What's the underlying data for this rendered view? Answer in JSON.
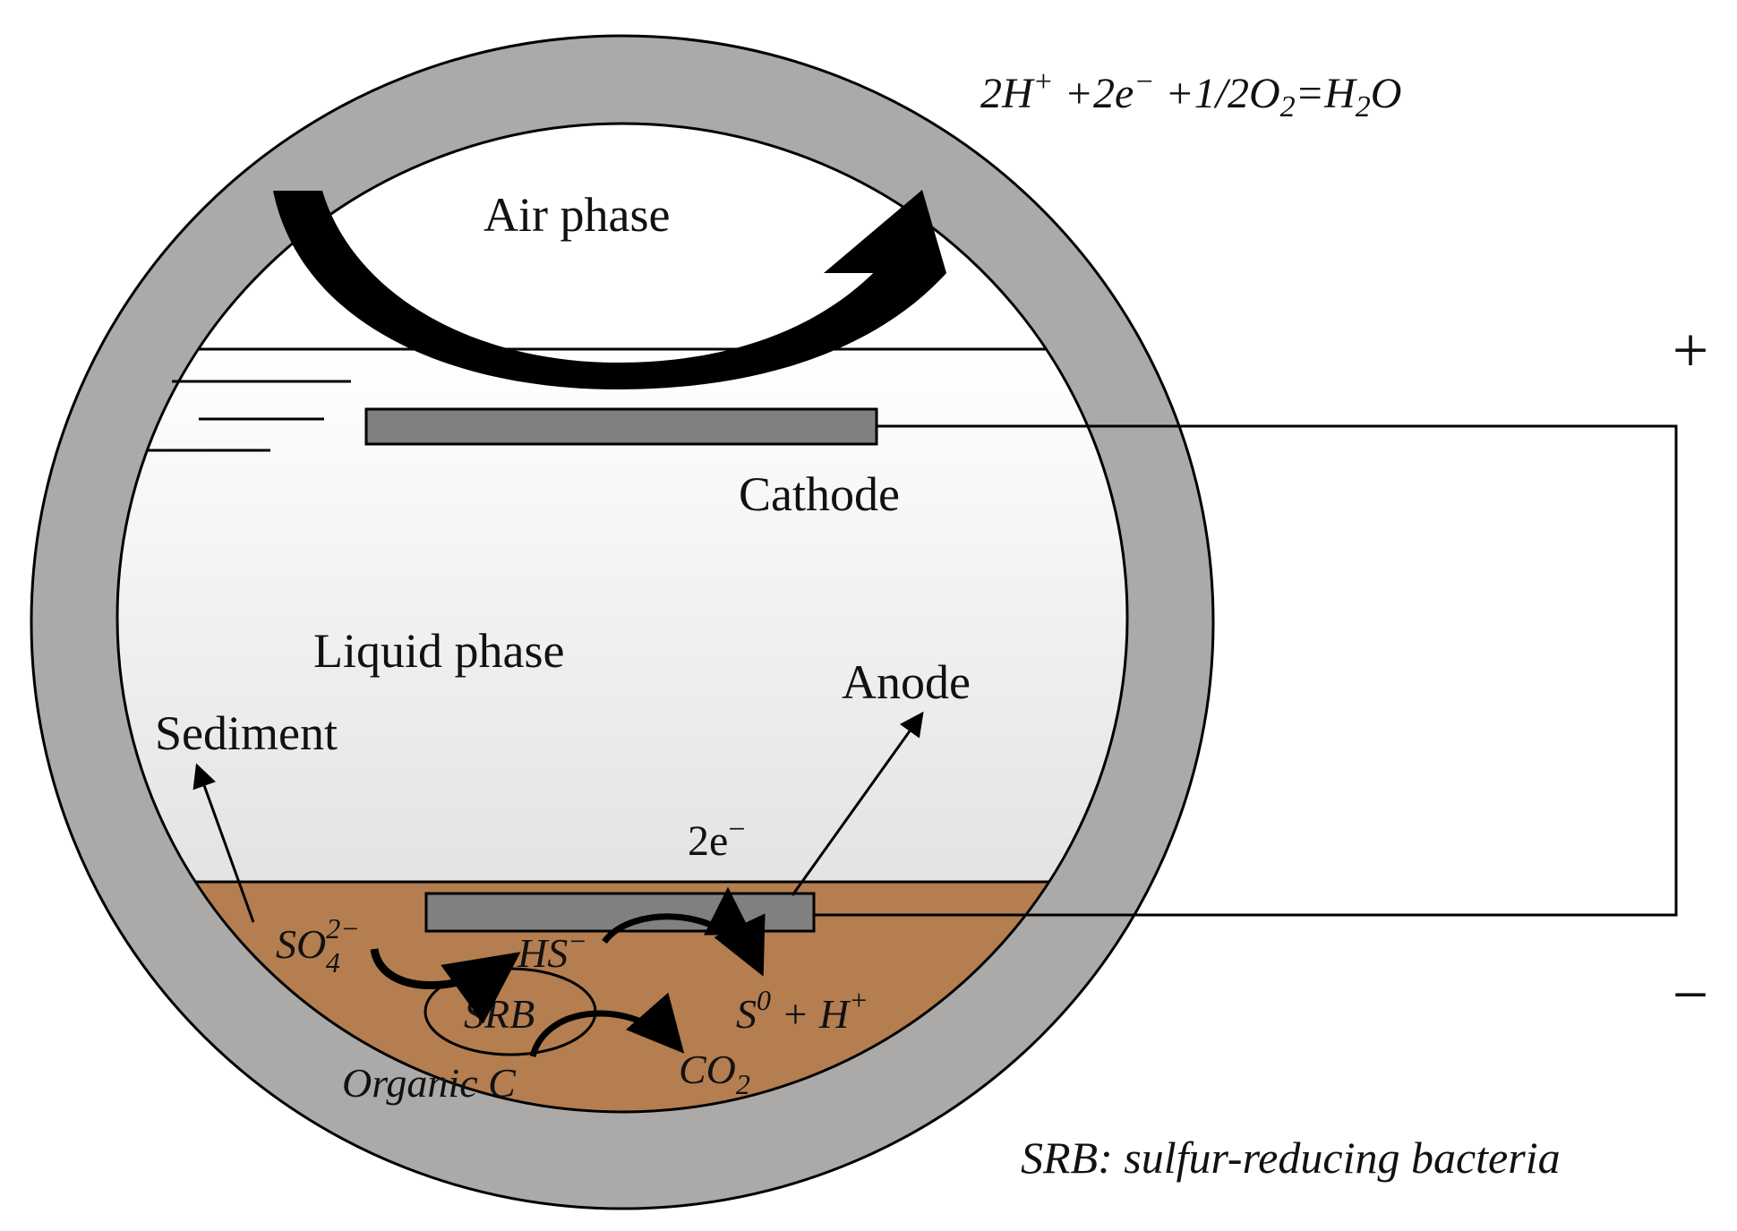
{
  "labels": {
    "air_phase": "Air phase",
    "liquid_phase": "Liquid phase",
    "cathode": "Cathode",
    "anode": "Anode",
    "sediment": "Sediment",
    "two_e": "2e",
    "two_e_sup": "−",
    "so4": "SO",
    "so4_sub": "4",
    "so4_sup": "2−",
    "hs": "HS",
    "hs_sup": "−",
    "srb": "SRB",
    "s0": "S",
    "s0_sup": "0",
    "plus_h": " + H",
    "plus_h_sup": "+",
    "organic_c": "Organic C",
    "co2": "CO",
    "co2_sub": "2",
    "plus_terminal": "+",
    "minus_terminal": "−",
    "footnote": "SRB: sulfur-reducing bacteria"
  },
  "equation": {
    "p1": "2H",
    "p1_sup": "+",
    "p2": " +2e",
    "p2_sup": "−",
    "p3": " +1/2O",
    "p3_sub": "2",
    "p4": "=H",
    "p4_sub": "2",
    "p5": "O"
  },
  "colors": {
    "pipe_wall": "#aca9a9",
    "sediment": "#b47e50",
    "electrode": "#808080",
    "liquid_top": "#ffffff",
    "liquid_bottom": "#e3e3e3",
    "line": "#000000"
  }
}
